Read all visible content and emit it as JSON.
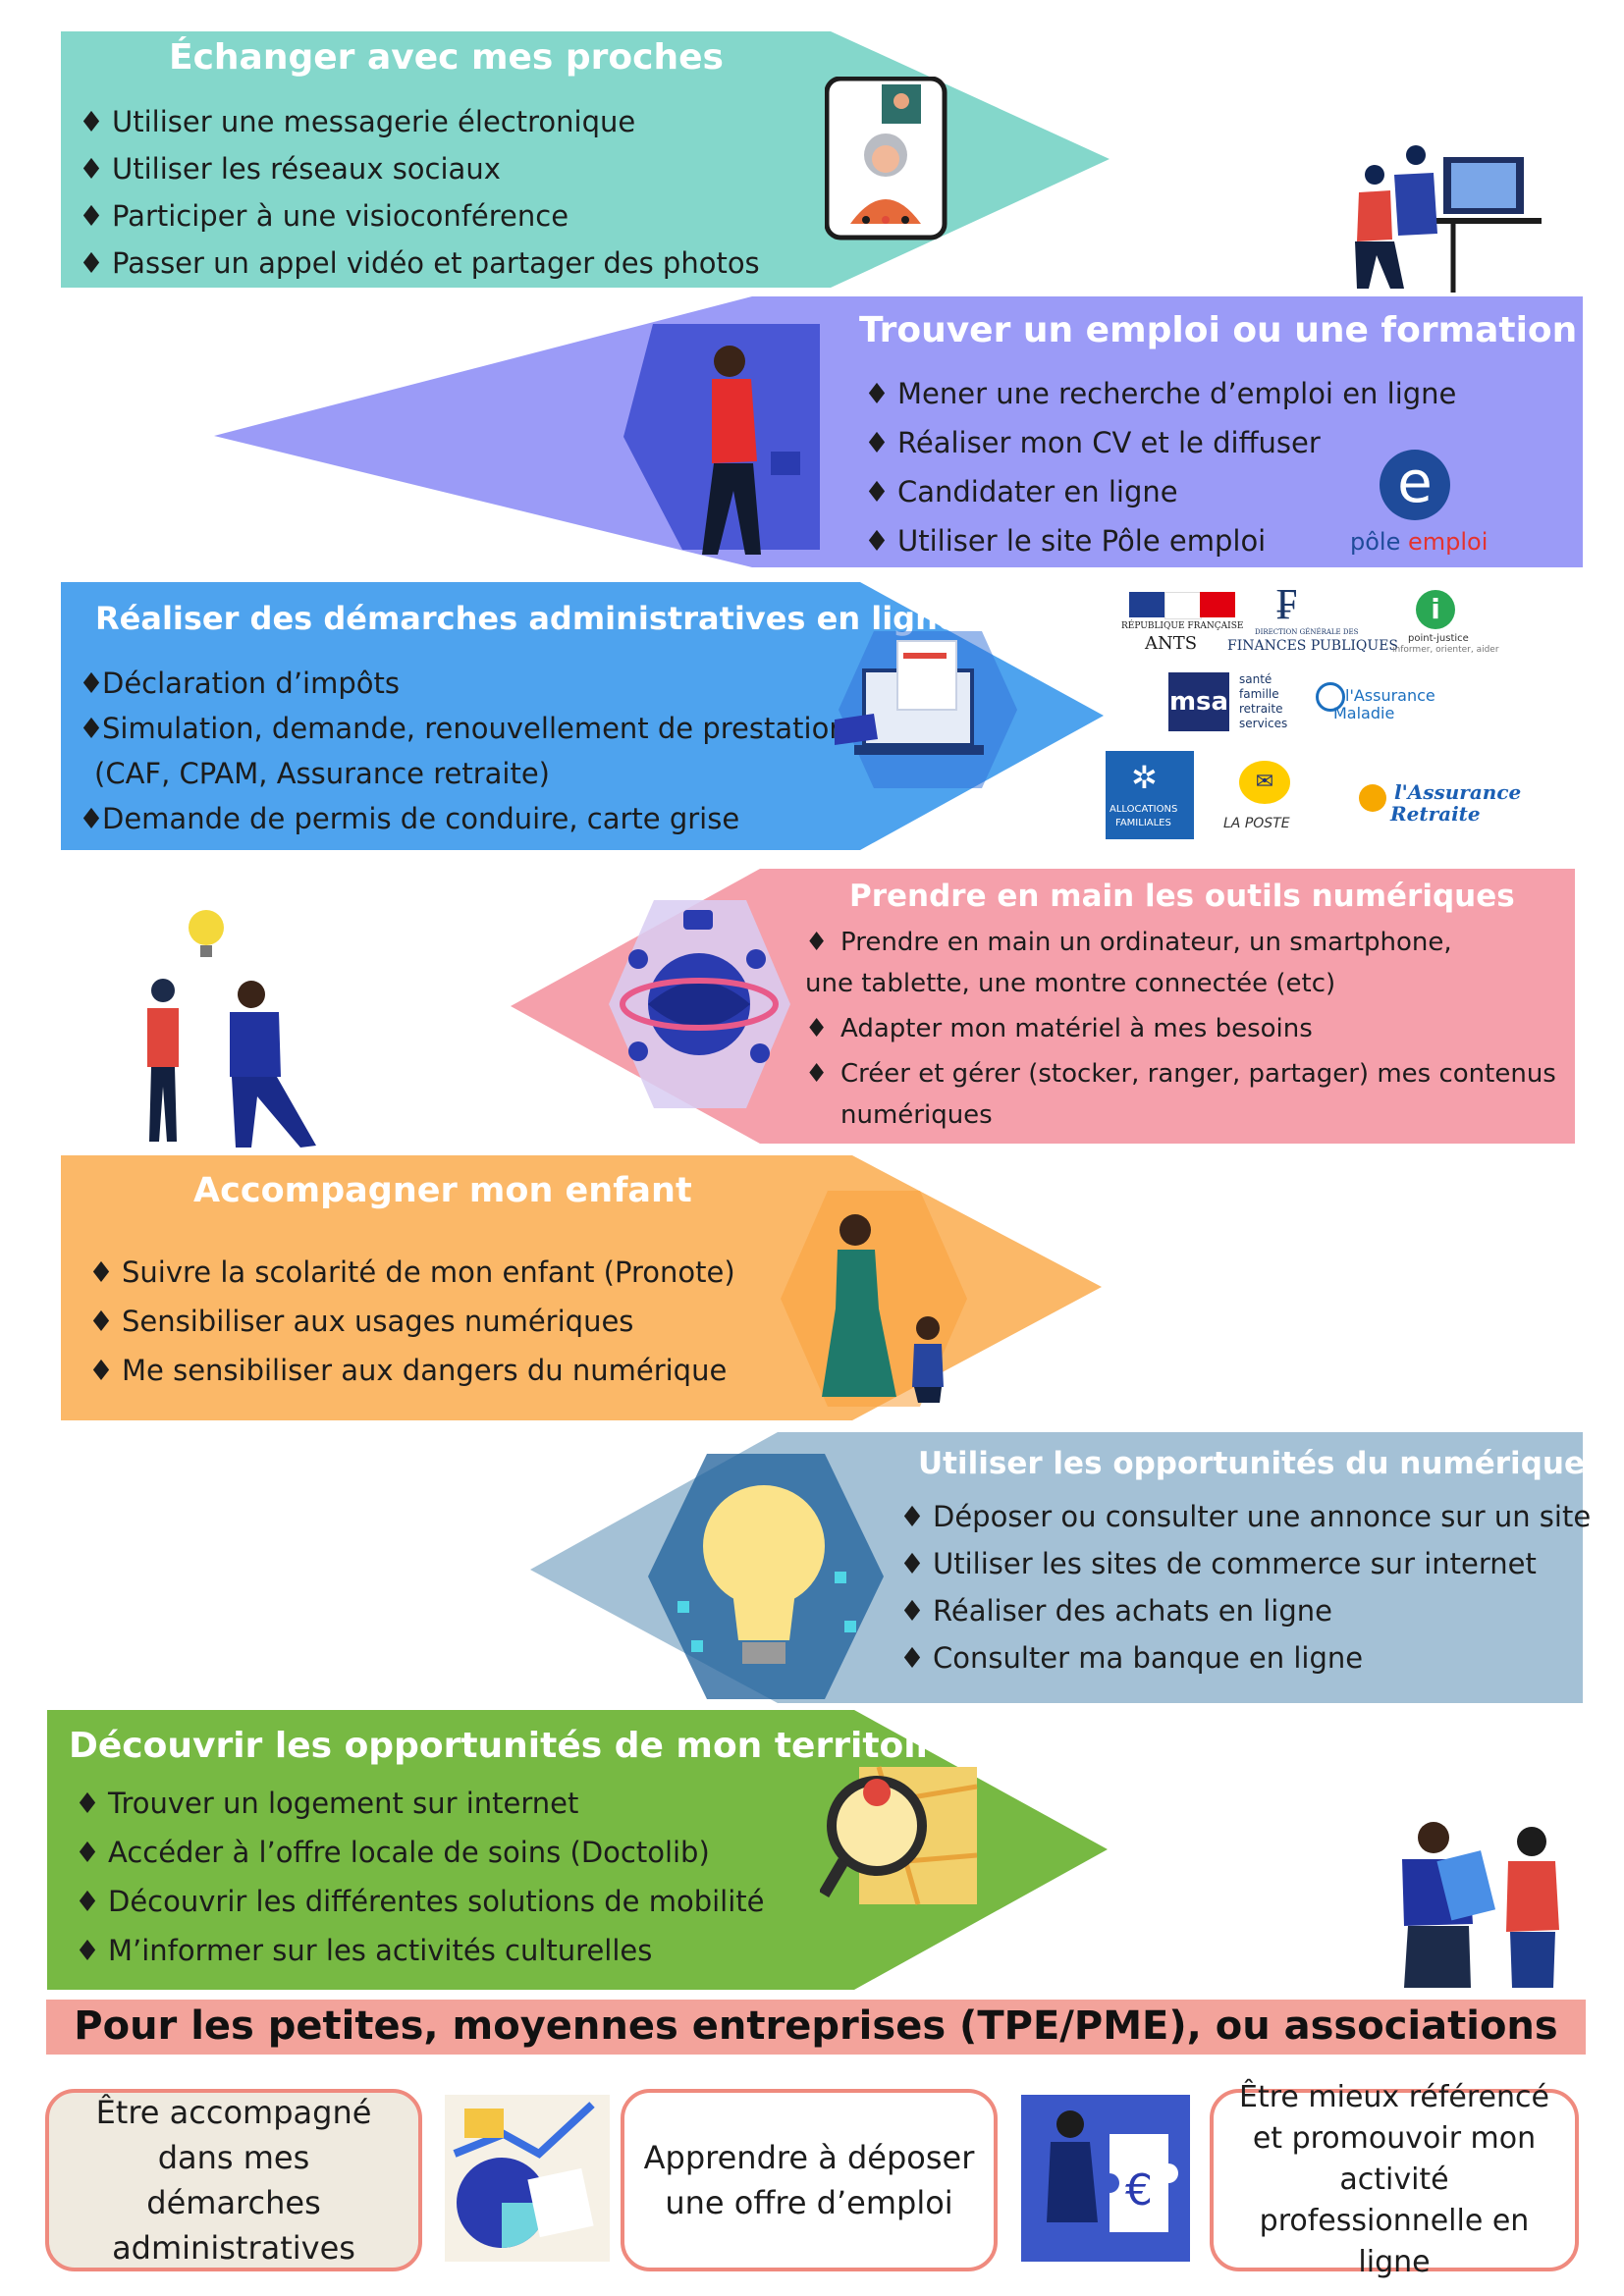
{
  "sections": [
    {
      "title": "Échanger avec mes proches",
      "color": "#84d7cb",
      "items": [
        "Utiliser une messagerie électronique",
        "Utiliser les réseaux sociaux",
        "Participer à une visioconférence",
        "Passer un appel vidéo et partager des photos"
      ]
    },
    {
      "title": "Trouver un emploi ou une formation",
      "color": "#9b9bf7",
      "items": [
        "Mener une recherche d’emploi en ligne",
        "Réaliser mon CV et le diffuser",
        "Candidater en ligne",
        "Utiliser le site Pôle emploi"
      ],
      "logo": {
        "brand_a": "pôle ",
        "brand_b": "emploi"
      }
    },
    {
      "title": "Réaliser des démarches administratives en ligne",
      "color": "#4ea3ee",
      "items": [
        "Déclaration d’impôts",
        "Simulation, demande, renouvellement de prestations",
        "Demande de permis de conduire, carte grise"
      ],
      "item_note": "(CAF, CPAM, Assurance retraite)"
    },
    {
      "title": "Prendre en main les outils numériques",
      "color": "#f5a0ab",
      "items": [
        "Prendre en main un ordinateur, un smartphone,",
        "Adapter mon matériel à mes besoins",
        "Créer et gérer (stocker, ranger, partager) mes contenus"
      ],
      "item_cont_1": "une tablette, une montre connectée (etc)",
      "item_cont_3": "numériques"
    },
    {
      "title": "Accompagner mon enfant",
      "color": "#fbb868",
      "items": [
        "Suivre la scolarité de mon enfant (Pronote)",
        "Sensibiliser aux usages numériques",
        "Me sensibiliser aux dangers du numérique"
      ]
    },
    {
      "title": "Utiliser les opportunités du numérique",
      "color": "#a4c1d6",
      "items": [
        "Déposer ou consulter une annonce sur un site",
        "Utiliser les sites de commerce sur internet",
        "Réaliser des achats en ligne",
        "Consulter ma banque en ligne"
      ]
    },
    {
      "title": "Découvrir les opportunités de mon territoire",
      "color": "#77b943",
      "items": [
        "Trouver un logement sur internet",
        "Accéder à l’offre locale de soins (Doctolib)",
        "Découvrir les différentes solutions de mobilité",
        "M’informer sur les activités culturelles"
      ]
    }
  ],
  "logos": {
    "ants_top": "RÉPUBLIQUE FRANÇAISE",
    "ants": "ANTS",
    "fip": "FINANCES PUBLIQUES",
    "fip_small": "DIRECTION GÉNÉRALE DES",
    "pj": "point-justice",
    "pj_sub": "informer, orienter, aider",
    "msa": "msa",
    "msa_sub": [
      "santé",
      "famille",
      "retraite",
      "services"
    ],
    "am": "l'Assurance",
    "am_b": "Maladie",
    "caf": "ALLOCATIONS",
    "caf_b": "FAMILIALES",
    "poste": "LA POSTE",
    "ar": "l'Assurance",
    "ar_b": "Retraite"
  },
  "footer": {
    "banner": "Pour les petites, moyennes entreprises (TPE/PME), ou associations",
    "banner_color": "#f3a39b",
    "boxes": [
      "Être accompagné dans mes démarches administratives",
      "Apprendre à déposer une offre d’emploi",
      "Être mieux référencé et promouvoir mon activité professionnelle en ligne"
    ]
  }
}
